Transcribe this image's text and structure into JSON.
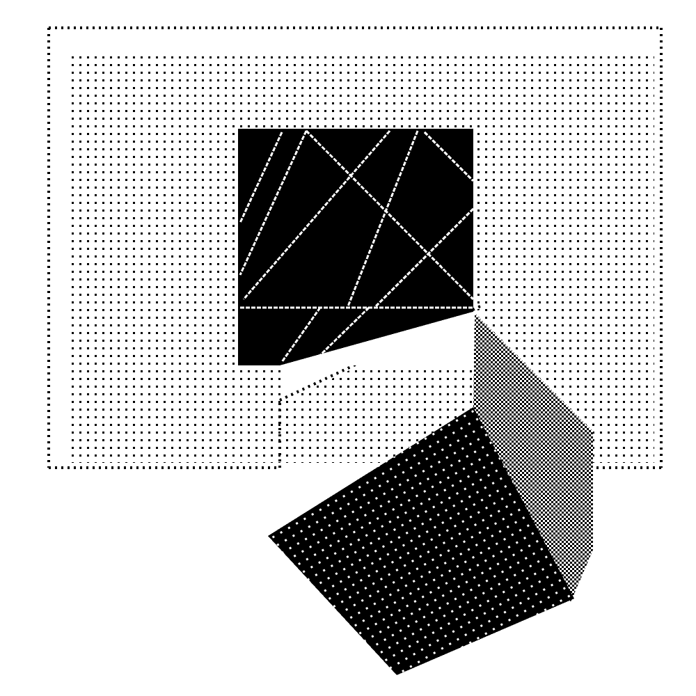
{
  "colors": {
    "background": "#ffffff",
    "ink": "#000000"
  },
  "shapes": {
    "dotted_frame": {
      "name": "dotted-frame",
      "style": "dotted-outline"
    },
    "dot_field": {
      "name": "dot-field",
      "style": "stippled-rows"
    },
    "black_square": {
      "name": "black-square",
      "style": "solid-fill-with-white-diagonal-lines"
    },
    "shaded_block": {
      "name": "shaded-block",
      "style": "solid-fill-with-white-dot-grid"
    },
    "dithered_face": {
      "name": "dithered-face",
      "style": "checkerboard-dither"
    }
  }
}
